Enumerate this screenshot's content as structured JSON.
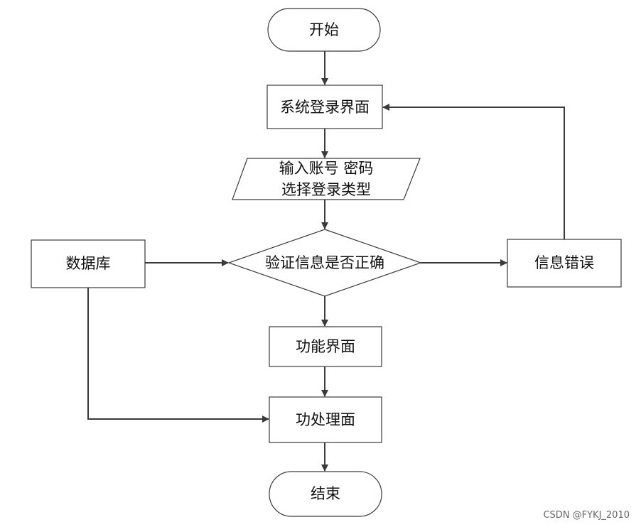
{
  "nodes": {
    "start": "开始",
    "login_screen": "系统登录界面",
    "input_line1": "输入账号 密码",
    "input_line2": "选择登录类型",
    "database": "数据库",
    "verify": "验证信息是否正确",
    "error": "信息错误",
    "function_screen": "功能界面",
    "processing": "功处理面",
    "end": "结束"
  },
  "watermark": "CSDN @FYKJ_2010",
  "colors": {
    "stroke": "#3a3a3a",
    "text": "#111111",
    "watermark": "#666666"
  }
}
